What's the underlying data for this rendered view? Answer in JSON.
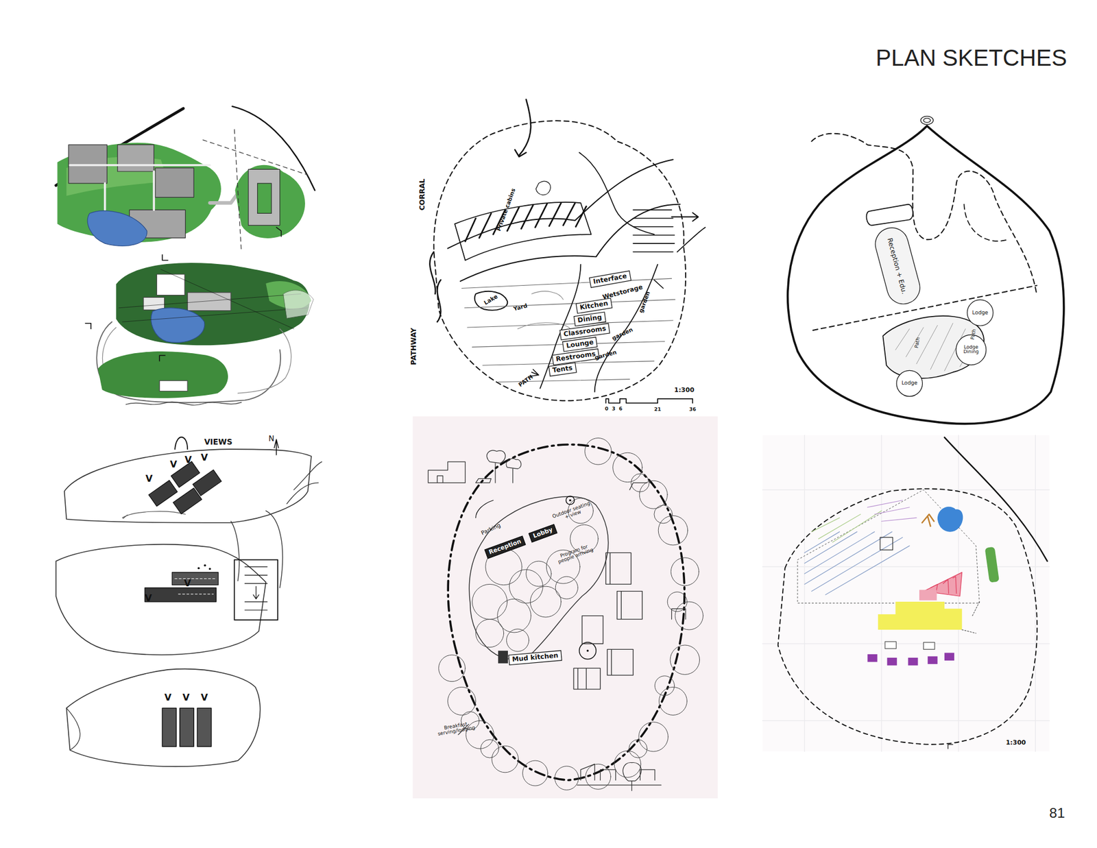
{
  "diagram": {
    "title": "PLAN SKETCHES",
    "nodes": [
      {
        "text": [
          "Interface"
        ]
      },
      {
        "text": [
          "Kitchen"
        ]
      },
      {
        "text": [
          "Dining"
        ]
      },
      {
        "text": [
          "Classrooms"
        ]
      },
      {
        "text": [
          "Lounge"
        ]
      },
      {
        "text": [
          "Restrooms"
        ]
      },
      {
        "text": [
          "Tents"
        ]
      },
      {
        "text": [
          "Reception + Edu."
        ]
      },
      {
        "text": [
          "Lodge"
        ]
      },
      {
        "text": [
          "Lodge Dining"
        ]
      },
      {
        "text": [
          "Lodge"
        ]
      },
      {
        "text": [
          "Reception"
        ]
      },
      {
        "text": [
          "Lobby"
        ]
      },
      {
        "text": [
          "Mud kitchen"
        ]
      }
    ],
    "edges": [],
    "labels": [
      "CORRAL",
      "PATHWAY",
      "PATH",
      "Private cabins",
      "Lake",
      "Yard",
      "Wetstorage",
      "garden",
      "garden",
      "garden",
      "1:300",
      "0",
      "3",
      "6",
      "21",
      "36",
      "Path",
      "Path",
      "VIEWS",
      "N",
      "V",
      "V",
      "V",
      "V",
      "V",
      "V",
      "V",
      "V",
      "V",
      "Parking",
      "Outdoor seating + view",
      "Program for people arriving",
      "Breakfast serving/lodging",
      "1:300",
      "81"
    ]
  }
}
